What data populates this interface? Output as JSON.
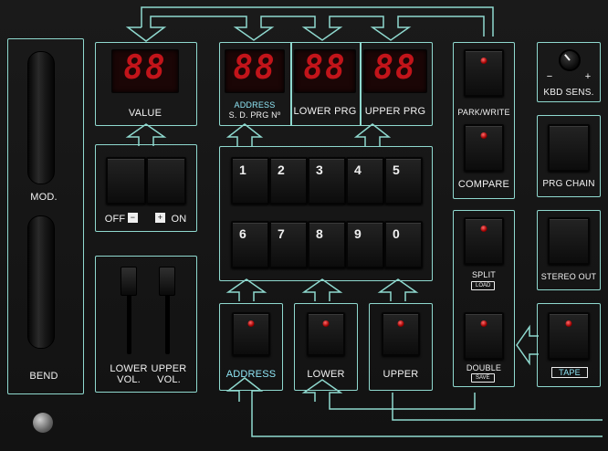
{
  "wheels": {
    "mod_label": "MOD.",
    "bend_label": "BEND"
  },
  "displays": {
    "value": {
      "digits": "88",
      "label": "VALUE"
    },
    "address": {
      "digits": "88",
      "label_line1": "ADDRESS",
      "label_line2": "S. D. PRG Nº"
    },
    "lower": {
      "digits": "88",
      "label": "LOWER  PRG"
    },
    "upper": {
      "digits": "88",
      "label": "UPPER  PRG"
    }
  },
  "value_buttons": {
    "off_label": "OFF",
    "minus": "−",
    "plus": "+",
    "on_label": "ON"
  },
  "numpad": [
    "1",
    "2",
    "3",
    "4",
    "5",
    "6",
    "7",
    "8",
    "9",
    "0"
  ],
  "sliders": {
    "lower_label_1": "LOWER",
    "lower_label_2": "VOL.",
    "upper_label_1": "UPPER",
    "upper_label_2": "VOL."
  },
  "select": {
    "address": "ADDRESS",
    "lower": "LOWER",
    "upper": "UPPER"
  },
  "park_compare": {
    "park_write": "PARK/WRITE",
    "compare": "COMPARE"
  },
  "split_double": {
    "split": "SPLIT",
    "load": "LOAD",
    "double": "DOUBLE",
    "save": "SAVE"
  },
  "right_column": {
    "kbd_minus": "−",
    "kbd_plus": "+",
    "kbd_sens": "KBD  SENS.",
    "prg_chain": "PRG CHAIN",
    "stereo_out": "STEREO OUT",
    "tape": "TAPE"
  },
  "colors": {
    "panel_line": "#8fd9cf",
    "led": "#d01010",
    "display_red": "#c2141a"
  }
}
